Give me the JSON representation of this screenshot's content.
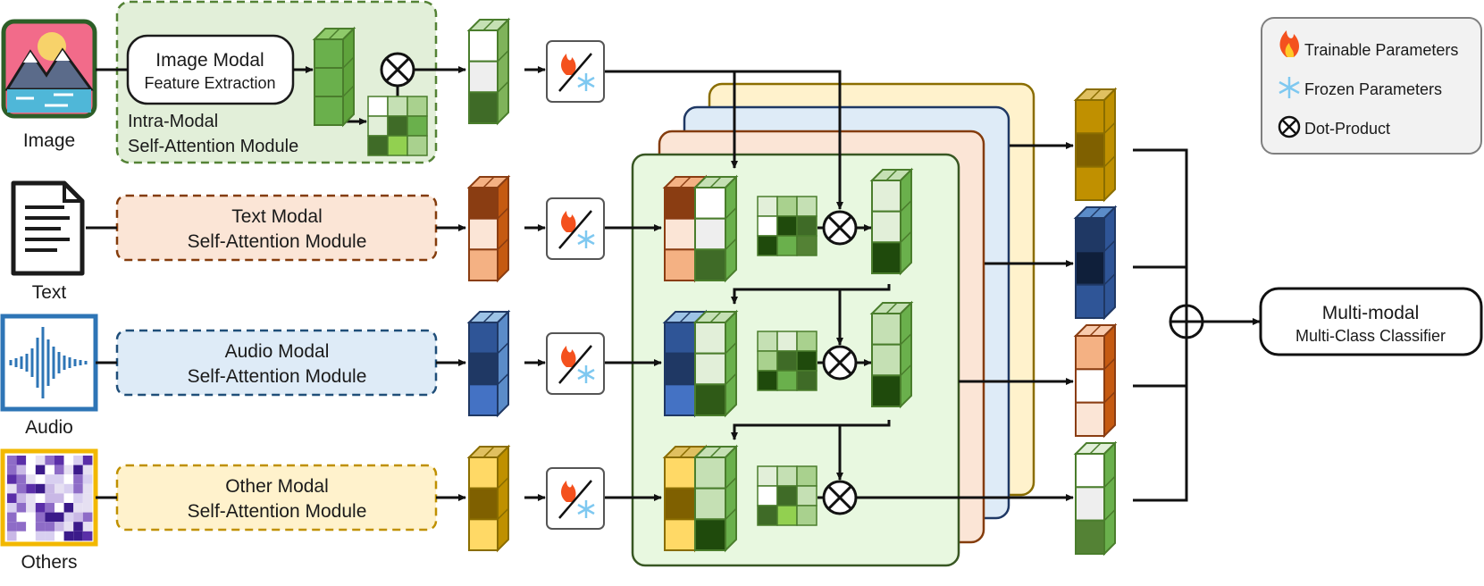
{
  "inputs": [
    {
      "key": "image",
      "label": "Image"
    },
    {
      "key": "text",
      "label": "Text"
    },
    {
      "key": "audio",
      "label": "Audio"
    },
    {
      "key": "others",
      "label": "Others"
    }
  ],
  "modules": {
    "image_box": {
      "line1": "Image Modal",
      "line2": "Feature Extraction"
    },
    "intra": {
      "line1": "Intra-Modal",
      "line2": "Self-Attention Module"
    },
    "text": {
      "line1": "Text Modal",
      "line2": "Self-Attention Module"
    },
    "audio": {
      "line1": "Audio Modal",
      "line2": "Self-Attention Module"
    },
    "other": {
      "line1": "Other Modal",
      "line2": "Self-Attention Module"
    }
  },
  "legend": {
    "trainable": "Trainable Parameters",
    "frozen": "Frozen Parameters",
    "dot": "Dot-Product"
  },
  "classifier": {
    "line1": "Multi-modal",
    "line2": "Multi-Class Classifier"
  },
  "colors": {
    "green": "#5a9a3c",
    "orange": "#c8642a",
    "blue": "#2f5597",
    "yellow": "#c9a227",
    "intra_bg": "#e2efd9",
    "text_bg": "#fbe5d6",
    "audio_bg": "#deebf7",
    "other_bg": "#fff2cc"
  }
}
